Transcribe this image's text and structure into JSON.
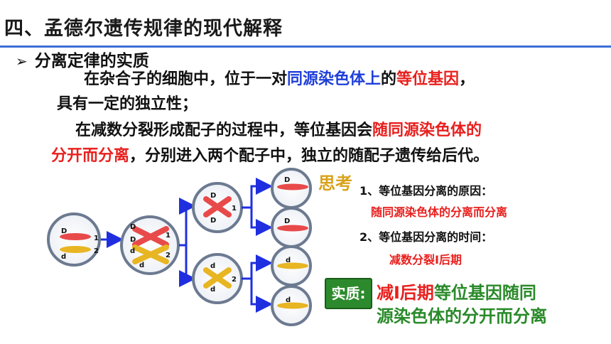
{
  "title": "四、孟德尔遗传规律的现代解释",
  "subtitle": "分离定律的实质",
  "subtitle_arrow": "➢",
  "para1": {
    "a": "在杂合子的细胞中，位于一对",
    "b": "同源染色体上",
    "c": "的",
    "d": "等位基因",
    "e": "，",
    "f": "具有一定的独立性；"
  },
  "para2": {
    "a": "在减数分裂形成配子的过程中，等位基因会",
    "b": "随同源染色体的",
    "c": "分开而分离",
    "d": "，分别进入两个配子中，独立的随配子遗传给后代。"
  },
  "think": "思考",
  "q1": "1、等位基因分离的原因：",
  "a1": "随同源染色体的分离而分离",
  "q2": "2、等位基因分离的时间：",
  "a2": "减数分裂Ⅰ后期",
  "badge": "实质:",
  "essence": {
    "line1_red": "减Ⅰ后期",
    "line1_green": "等位基因随同",
    "line2": "源染色体的分开而分离"
  },
  "labels": {
    "D": "D",
    "d": "d",
    "one": "1",
    "two": "2"
  },
  "colors": {
    "red_chromosome": "#e84a4a",
    "yellow_chromosome": "#e8b523",
    "arrow_blue": "#1f2fe0",
    "cell_border": "#6c7a90"
  }
}
